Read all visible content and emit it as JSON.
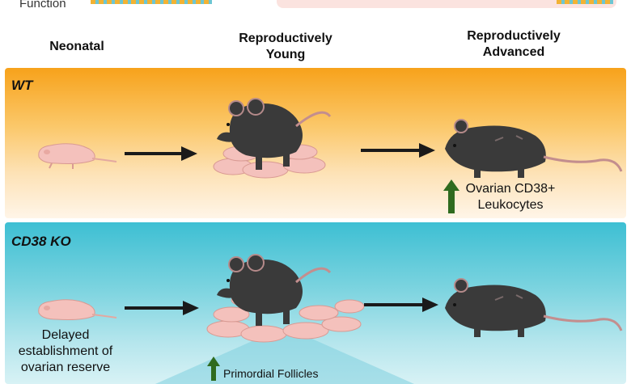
{
  "top_fragment": {
    "label": "Function"
  },
  "columns": {
    "neonatal": "Neonatal",
    "young_line1": "Reproductively",
    "young_line2": "Young",
    "advanced_line1": "Reproductively",
    "advanced_line2": "Advanced"
  },
  "wt_panel": {
    "label": "WT",
    "annotation_line1": "Ovarian CD38+",
    "annotation_line2": "Leukocytes"
  },
  "ko_panel": {
    "label": "CD38 KO",
    "neonatal_note_line1": "Delayed",
    "neonatal_note_line2": "establishment of",
    "neonatal_note_line3": "ovarian reserve",
    "young_note": "Primordial Follicles"
  },
  "colors": {
    "wt_panel": "#f7a21b",
    "ko_panel": "#3dbfd3",
    "increase_arrow": "#2f6b1f",
    "mouse_dark": "#3a3a3a",
    "pup_pink": "#f4c1bc",
    "arrow": "#1a1a1a"
  },
  "icons": [
    "neonatal-pup-icon",
    "adult-mouse-icon",
    "pup-litter-icon",
    "old-mouse-icon",
    "right-arrow-icon",
    "up-arrow-icon"
  ]
}
